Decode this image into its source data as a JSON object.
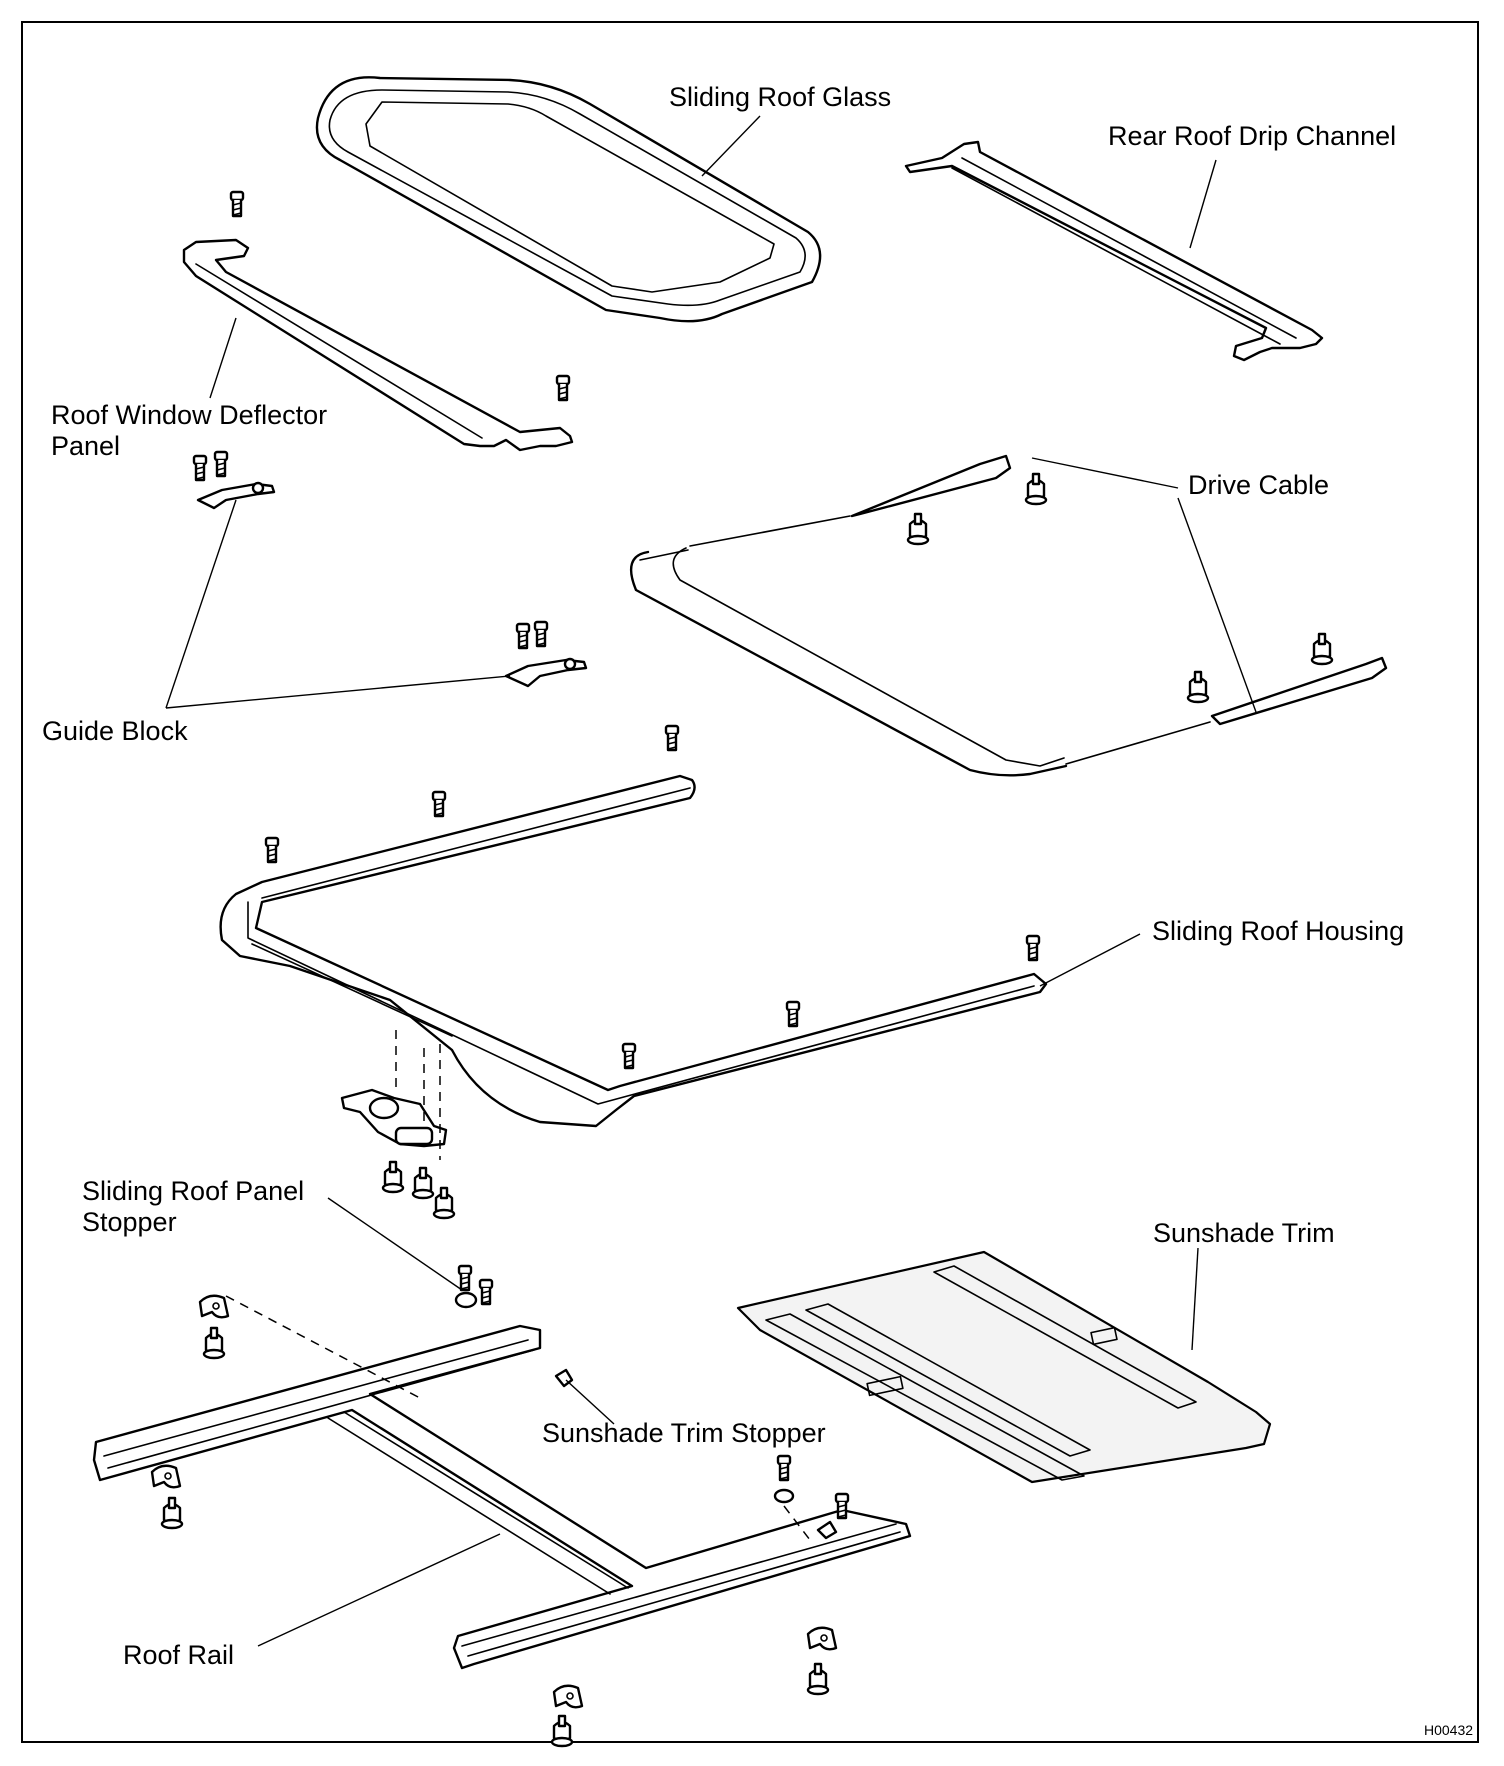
{
  "diagram": {
    "labels": {
      "sliding_roof_glass": "Sliding Roof Glass",
      "rear_roof_drip_channel": "Rear Roof Drip Channel",
      "roof_window_deflector_panel_line1": "Roof Window Deflector",
      "roof_window_deflector_panel_line2": "Panel",
      "drive_cable": "Drive Cable",
      "guide_block": "Guide Block",
      "sliding_roof_housing": "Sliding Roof Housing",
      "sliding_roof_panel_stopper_line1": "Sliding Roof Panel",
      "sliding_roof_panel_stopper_line2": "Stopper",
      "sunshade_trim": "Sunshade Trim",
      "sunshade_trim_stopper": "Sunshade Trim Stopper",
      "roof_rail": "Roof Rail"
    },
    "figure_code": "H00432"
  }
}
